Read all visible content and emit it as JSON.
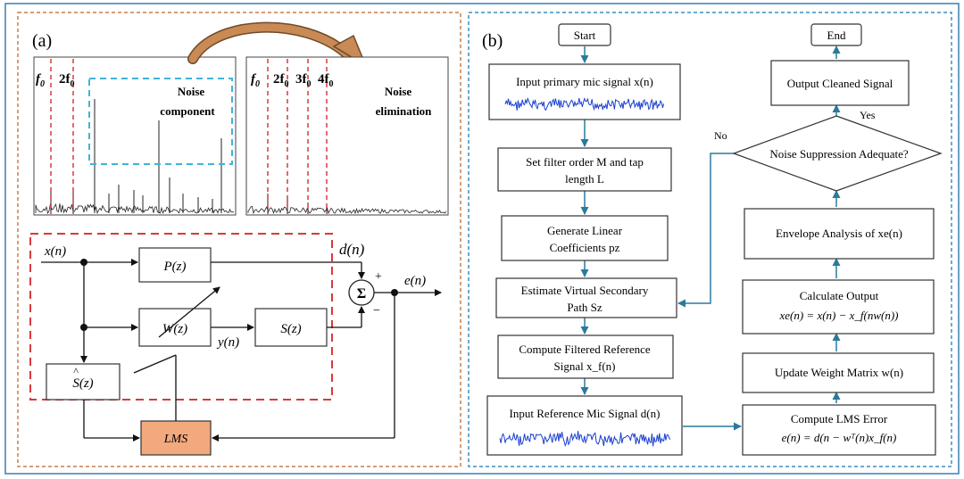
{
  "panel_a": {
    "label": "(a)",
    "spectrum_left": {
      "f0": "f",
      "f0_sub": "0",
      "f2": "2f",
      "f2_sub": "0",
      "annotation_line1": "Noise",
      "annotation_line2": "component"
    },
    "spectrum_right": {
      "f0": "f",
      "f0_sub": "0",
      "f2": "2f",
      "f2_sub": "0",
      "f3": "3f",
      "f3_sub": "0",
      "f4": "4f",
      "f4_sub": "0",
      "annotation_line1": "Noise",
      "annotation_line2": "elimination"
    },
    "block_diagram": {
      "x_label": "x(n)",
      "d_label": "d(n)",
      "e_label": "e(n)",
      "y_label": "y(n)",
      "P": "P(z)",
      "W": "W(z)",
      "S": "S(z)",
      "Shat": "S(z)",
      "sigma": "Σ",
      "plus": "+",
      "minus": "−",
      "lms": "LMS"
    }
  },
  "panel_b": {
    "label": "(b)",
    "start": "Start",
    "end": "End",
    "left_column": [
      {
        "line1": "Input primary mic signal x(n)",
        "line2": ""
      },
      {
        "line1": "Set filter order M and tap",
        "line2": "length L"
      },
      {
        "line1": "Generate Linear",
        "line2": "Coefficients pz"
      },
      {
        "line1": "Estimate Virtual Secondary",
        "line2": "Path Sz"
      },
      {
        "line1": "Compute Filtered Reference",
        "line2": "Signal x_f(n)"
      },
      {
        "line1": "Input Reference Mic Signal d(n)",
        "line2": ""
      }
    ],
    "right_column": {
      "output": "Output Cleaned Signal",
      "decision": "Noise Suppression Adequate?",
      "yes": "Yes",
      "no": "No",
      "envelope": "Envelope Analysis of  xe(n)",
      "calc_line1": "Calculate Output",
      "calc_line2": "xe(n) = x(n) − x_f(nw(n))",
      "update": "Update Weight Matrix w(n)",
      "lms_line1": "Compute LMS Error",
      "lms_line2": "e(n) = d(n − wᵀ(n)x_f(n)"
    }
  },
  "colors": {
    "panel_a_border": "#c87f4a",
    "panel_b_border": "#3a8fc0",
    "outer_border": "#3a7fb0",
    "flow_arrow": "#2a7a9a",
    "red_dashed": "#d83a3a",
    "cyan_dashed": "#3fb4d8",
    "lms_fill": "#f2a97e",
    "waveform": "#1a3fd0",
    "curved_arrow": "#b87a4a"
  }
}
